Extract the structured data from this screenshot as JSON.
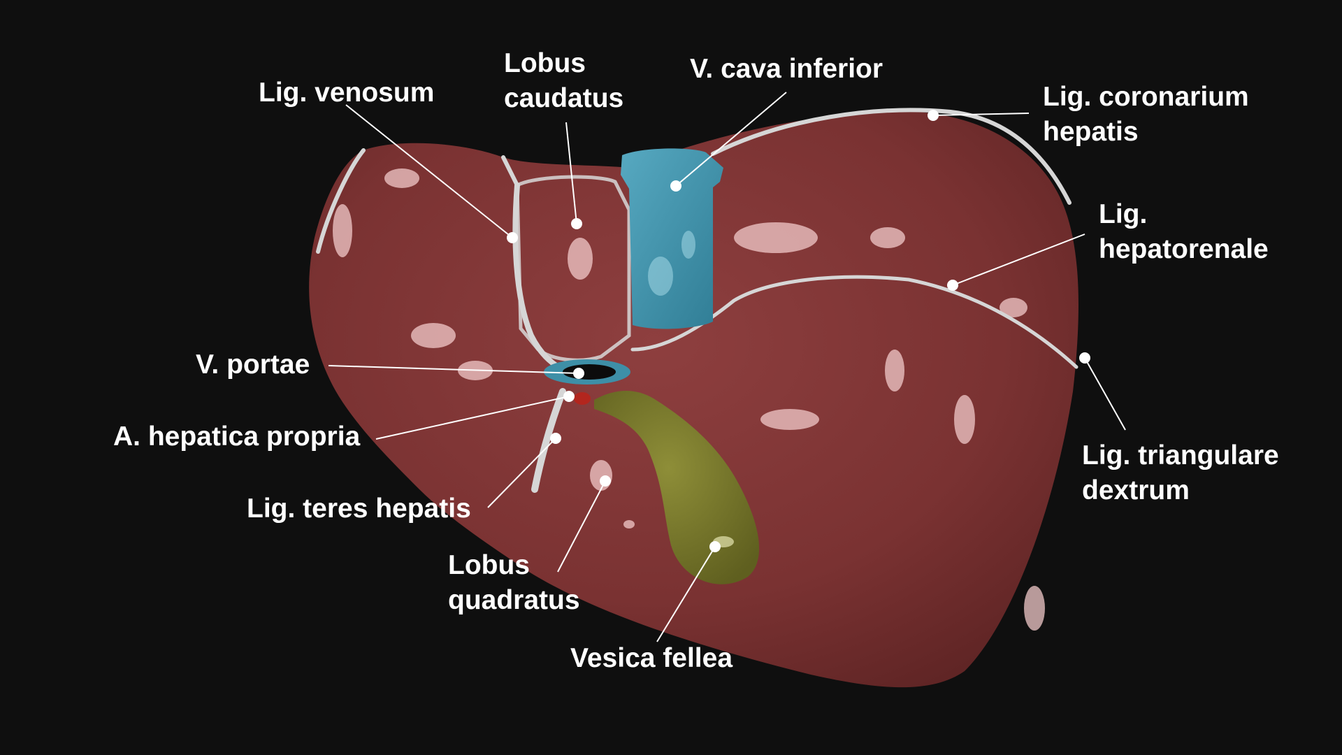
{
  "colors": {
    "background": "#0f0f0f",
    "liver": "#7b3333",
    "vena_cava": "#3e8fa7",
    "gallbladder": "#7a7a2a",
    "ligament": "#d8d8d8",
    "label_text": "#ffffff"
  },
  "labels": {
    "lig_venosum": [
      "Lig. venosum"
    ],
    "lobus_caudatus": [
      "Lobus",
      "caudatus"
    ],
    "v_cava_inferior": [
      "V. cava inferior"
    ],
    "lig_coronarium": [
      "Lig. coronarium",
      "hepatis"
    ],
    "lig_hepatorenale": [
      "Lig.",
      "hepatorenale"
    ],
    "v_portae": [
      "V. portae"
    ],
    "a_hepatica_propria": [
      "A. hepatica propria"
    ],
    "lig_teres_hepatis": [
      "Lig. teres hepatis"
    ],
    "lig_triangulare_dextrum": [
      "Lig. triangulare",
      "dextrum"
    ],
    "lobus_quadratus": [
      "Lobus",
      "quadratus"
    ],
    "vesica_fellea": [
      "Vesica fellea"
    ]
  }
}
